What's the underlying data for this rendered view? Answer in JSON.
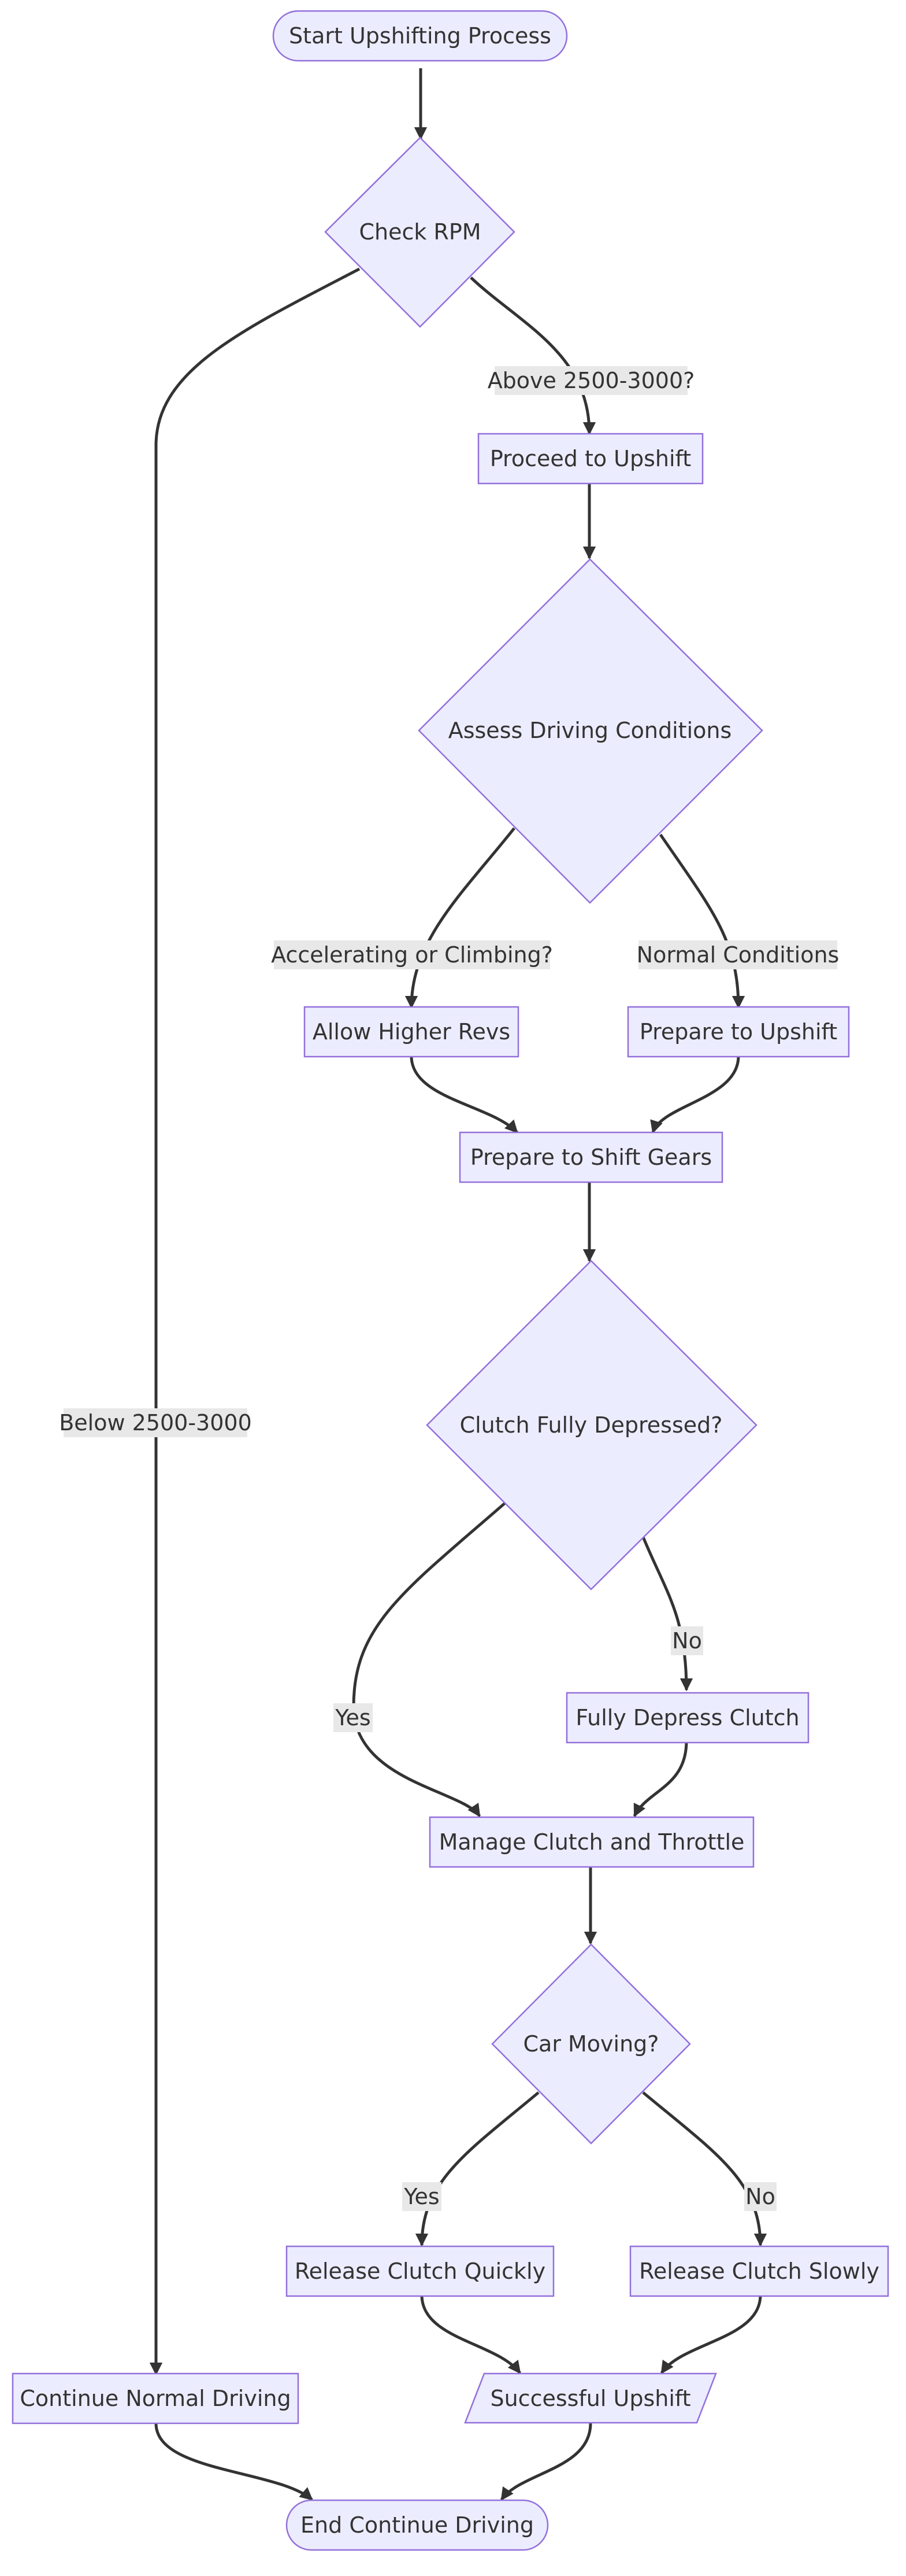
{
  "nodes": {
    "start": "Start Upshifting Process",
    "check_rpm": "Check RPM",
    "proceed": "Proceed to Upshift",
    "assess": "Assess Driving Conditions",
    "allow_revs": "Allow Higher Revs",
    "prepare_upshift": "Prepare to Upshift",
    "prepare_shift": "Prepare to Shift Gears",
    "clutch_check": "Clutch Fully Depressed?",
    "depress_clutch": "Fully Depress Clutch",
    "manage": "Manage Clutch and Throttle",
    "car_moving": "Car Moving?",
    "release_quick": "Release Clutch Quickly",
    "release_slow": "Release Clutch Slowly",
    "success": "Successful Upshift",
    "continue_normal": "Continue Normal Driving",
    "end": "End Continue Driving"
  },
  "edge_labels": {
    "above": "Above 2500-3000?",
    "below": "Below 2500-3000",
    "accelerating": "Accelerating or Climbing?",
    "normal": "Normal Conditions",
    "clutch_yes": "Yes",
    "clutch_no": "No",
    "moving_yes": "Yes",
    "moving_no": "No"
  },
  "colors": {
    "node_fill": "#ECECFF",
    "node_stroke": "#9370DB",
    "edge": "#333333",
    "label_bg": "#e8e8e8"
  }
}
